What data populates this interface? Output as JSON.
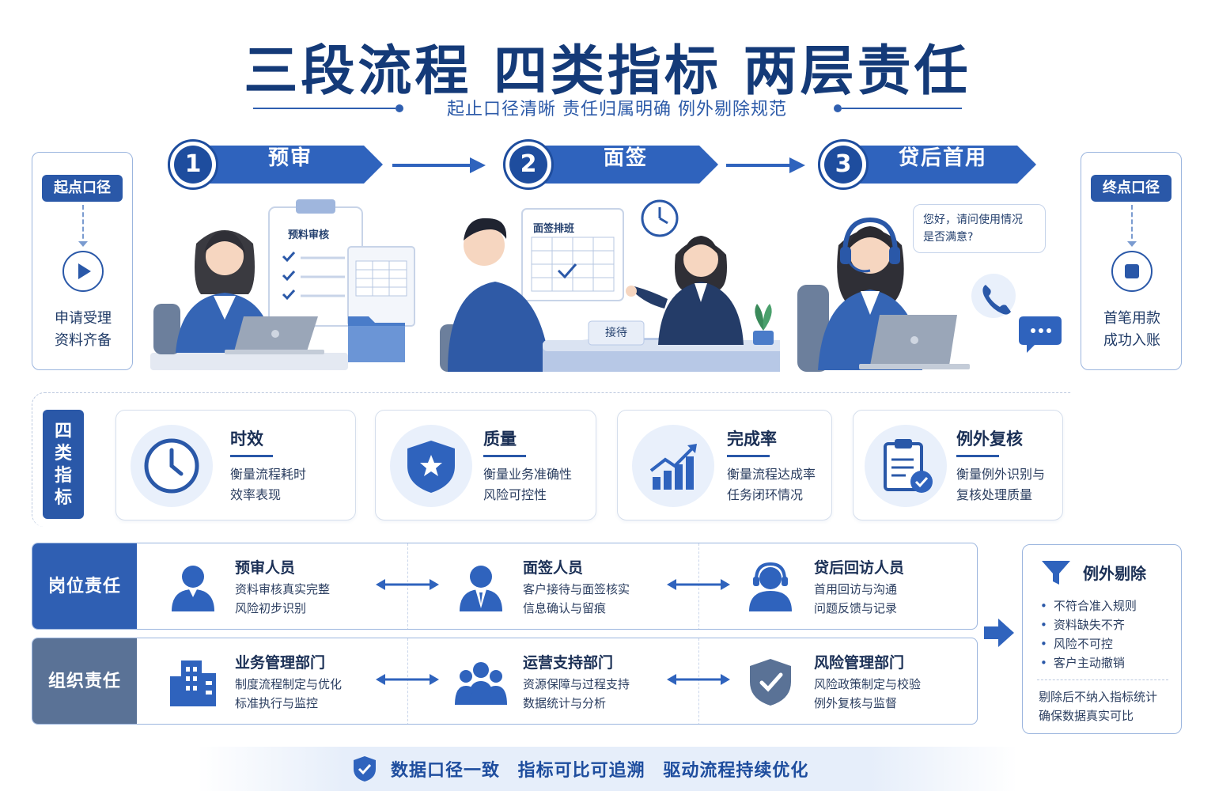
{
  "header": {
    "title": "三段流程 四类指标 两层责任",
    "subtitle": "起止口径清晰   责任归属明确   例外剔除规范"
  },
  "start_box": {
    "tag": "起点口径",
    "line1": "申请受理",
    "line2": "资料齐备"
  },
  "end_box": {
    "tag": "终点口径",
    "line1": "首笔用款",
    "line2": "成功入账"
  },
  "steps": [
    {
      "num": "1",
      "label": "预审"
    },
    {
      "num": "2",
      "label": "面签"
    },
    {
      "num": "3",
      "label": "贷后首用"
    }
  ],
  "scenes": {
    "prereview_board": "预料审核",
    "interview_schedule": "面签排班",
    "reception_sign": "接待",
    "followup_bubble_1": "您好，请问使用情况",
    "followup_bubble_2": "是否满意?"
  },
  "indicators": {
    "tag": "四类指标",
    "items": [
      {
        "title": "时效",
        "desc1": "衡量流程耗时",
        "desc2": "效率表现",
        "icon": "clock-icon"
      },
      {
        "title": "质量",
        "desc1": "衡量业务准确性",
        "desc2": "风险可控性",
        "icon": "shield-star-icon"
      },
      {
        "title": "完成率",
        "desc1": "衡量流程达成率",
        "desc2": "任务闭环情况",
        "icon": "growth-chart-icon"
      },
      {
        "title": "例外复核",
        "desc1": "衡量例外识别与",
        "desc2": "复核处理质量",
        "icon": "clipboard-check-icon"
      }
    ]
  },
  "position_resp": {
    "head": "岗位责任",
    "items": [
      {
        "title": "预审人员",
        "desc1": "资料审核真实完整",
        "desc2": "风险初步识别"
      },
      {
        "title": "面签人员",
        "desc1": "客户接待与面签核实",
        "desc2": "信息确认与留痕"
      },
      {
        "title": "贷后回访人员",
        "desc1": "首用回访与沟通",
        "desc2": "问题反馈与记录"
      }
    ]
  },
  "org_resp": {
    "head": "组织责任",
    "items": [
      {
        "title": "业务管理部门",
        "desc1": "制度流程制定与优化",
        "desc2": "标准执行与监控"
      },
      {
        "title": "运营支持部门",
        "desc1": "资源保障与过程支持",
        "desc2": "数据统计与分析"
      },
      {
        "title": "风险管理部门",
        "desc1": "风险政策制定与校验",
        "desc2": "例外复核与监督"
      }
    ]
  },
  "exclusion": {
    "title": "例外剔除",
    "items": [
      "不符合准入规则",
      "资料缺失不齐",
      "风险不可控",
      "客户主动撤销"
    ],
    "note1": "剔除后不纳入指标统计",
    "note2": "确保数据真实可比"
  },
  "footer": {
    "text": "数据口径一致 指标可比可追溯 驱动流程持续优化"
  },
  "colors": {
    "primary": "#2a58a8",
    "dark": "#143a78",
    "org_head": "#5a7296",
    "light_bg": "#e9f0fb"
  }
}
